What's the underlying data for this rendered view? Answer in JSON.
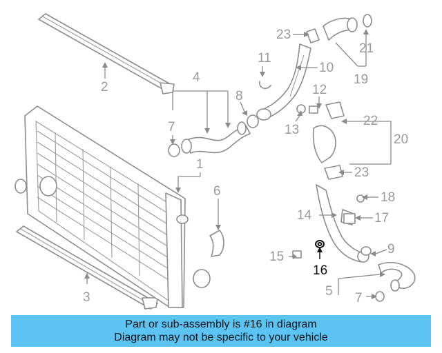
{
  "diagram": {
    "callouts": {
      "c1": "1",
      "c2": "2",
      "c3": "3",
      "c4": "4",
      "c5": "5",
      "c6": "6",
      "c7a": "7",
      "c7b": "7",
      "c8": "8",
      "c9": "9",
      "c10": "10",
      "c11": "11",
      "c12": "12",
      "c13": "13",
      "c14": "14",
      "c15": "15",
      "c16": "16",
      "c17": "17",
      "c18": "18",
      "c19": "19",
      "c20": "20",
      "c21": "21",
      "c22": "22",
      "c23a": "23",
      "c23b": "23"
    },
    "highlighted_callout": "16"
  },
  "banner": {
    "line1": "Part or sub-assembly is #16 in diagram",
    "line2": "Diagram may not be specific to your vehicle"
  },
  "colors": {
    "banner_bg": "#5bc4f5",
    "line_art": "#8c8c8c",
    "highlight": "#111111"
  }
}
